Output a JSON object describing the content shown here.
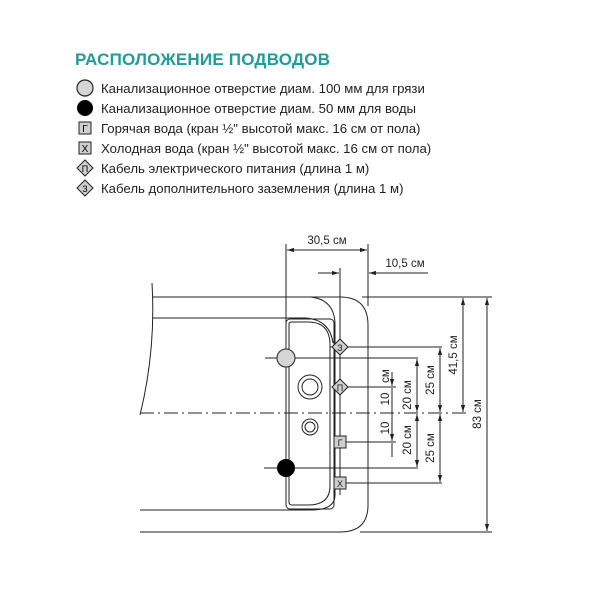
{
  "title": "РАСПОЛОЖЕНИЕ ПОДВОДОВ",
  "legend": [
    {
      "icon": "grey-circle-icon",
      "text": "Канализационное отверстие диам. 100 мм для грязи"
    },
    {
      "icon": "black-circle-icon",
      "text": "Канализационное отверстие диам. 50 мм для воды"
    },
    {
      "icon": "square-g-icon",
      "symbol": "Г",
      "text": "Горячая вода (кран ½\" высотой макс. 16 см от пола)"
    },
    {
      "icon": "square-x-icon",
      "symbol": "Х",
      "text": "Холодная вода (кран ½\" высотой макс. 16 см от пола)"
    },
    {
      "icon": "diamond-p-icon",
      "symbol": "П",
      "text": "Кабель электрического питания (длина 1 м)"
    },
    {
      "icon": "diamond-z-icon",
      "symbol": "З",
      "text": "Кабель дополнительного заземления (длина 1 м)"
    }
  ],
  "diagram": {
    "dim_width": "30,5 см",
    "dim_offset": "10,5 см",
    "dim_10_top": "10",
    "dim_10_unit": "см",
    "dim_10_bottom": "10",
    "dim_20_top": "20 см",
    "dim_20_bottom": "20 см",
    "dim_25_top": "25 см",
    "dim_25_bottom": "25 см",
    "dim_41": "41,5 см",
    "dim_83": "83 см",
    "sym_z": "З",
    "sym_p": "П",
    "sym_g": "Г",
    "sym_x": "Х"
  },
  "colors": {
    "title": "#1e9d99",
    "grey_drain": "#d6d6d6",
    "symbol_fill": "#cfcfcf"
  }
}
